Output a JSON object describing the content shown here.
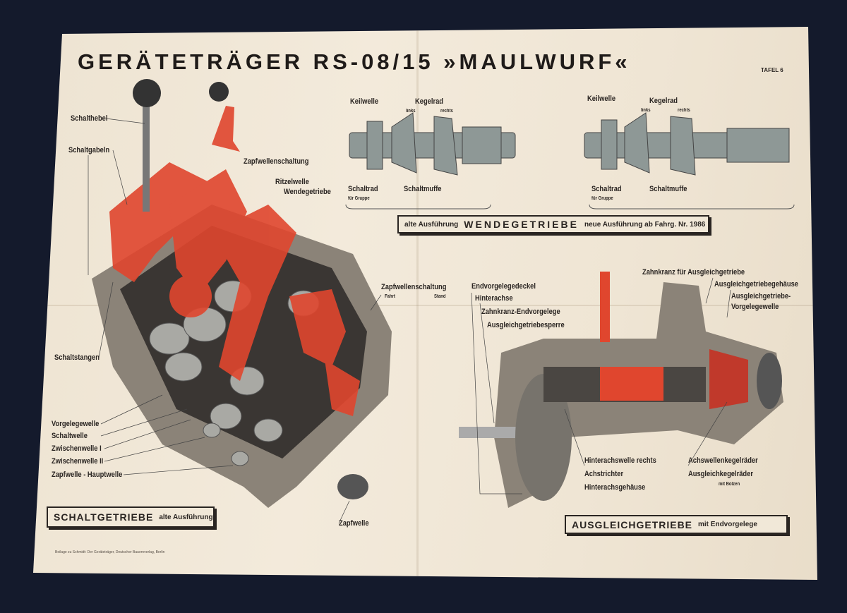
{
  "title": "GERÄTETRÄGER RS-08/15 »MAULWURF«",
  "plate": "TAFEL 6",
  "footer": "Beilage zu Schmidt: Der Geräteträger, Deutscher Bauernverlag, Berlin",
  "schaltgetriebe": {
    "labels": {
      "schalthebel": "Schalthebel",
      "schaltgabeln": "Schaltgabeln",
      "zapfwellenschaltung": "Zapfwellenschaltung",
      "ritzelwelle": "Ritzelwelle",
      "wendegetriebe": "Wendegetriebe",
      "schaltstangen": "Schaltstangen",
      "vorgelegewelle": "Vorgelegewelle",
      "schaltwelle": "Schaltwelle",
      "zwischenwelle1": "Zwischenwelle I",
      "zwischenwelle2": "Zwischenwelle II",
      "zapfwelle_hauptwelle": "Zapfwelle - Hauptwelle",
      "zapfwelle": "Zapfwelle"
    },
    "box": {
      "title": "SCHALTGETRIEBE",
      "subtitle": "alte Ausführung"
    }
  },
  "zapfwellenschaltung": {
    "label": "Zapfwellenschaltung",
    "fahrt": "Fahrt",
    "stand": "Stand"
  },
  "wendegetriebe": {
    "alt": {
      "keilwelle": "Keilwelle",
      "kegelrad": "Kegelrad",
      "links": "links",
      "rechts": "rechts",
      "schaltrad": "Schaltrad",
      "fuer_gruppe": "für Gruppe",
      "schaltmuffe": "Schaltmuffe"
    },
    "neu": {
      "keilwelle": "Keilwelle",
      "kegelrad": "Kegelrad",
      "links": "links",
      "rechts": "rechts",
      "schaltrad": "Schaltrad",
      "fuer_gruppe": "für Gruppe",
      "schaltmuffe": "Schaltmuffe"
    },
    "box": {
      "left": "alte Ausführung",
      "title": "WENDEGETRIEBE",
      "right": "neue Ausführung ab Fahrg. Nr. 1986"
    }
  },
  "ausgleichgetriebe": {
    "labels": {
      "endvorgelegedeckel": "Endvorgelegedeckel",
      "hinterachse": "Hinterachse",
      "zahnkranz_endvorgelege": "Zahnkranz-Endvorgelege",
      "sperre": "Ausgleichgetriebesperre",
      "zahnkranz": "Zahnkranz für Ausgleichgetriebe",
      "gehaeuse": "Ausgleichgetriebegehäuse",
      "vorgelegewelle1": "Ausgleichgetriebe-",
      "vorgelegewelle2": "Vorgelegewelle",
      "hinterachswelle": "Hinterachswelle rechts",
      "achstrichter": "Achstrichter",
      "hinterachsgehaeuse": "Hinterachsgehäuse",
      "achswellenkegelraeder": "Achswellenkegelräder",
      "ausgleichkegelraeder": "Ausgleichkegelräder",
      "mit_bolzen": "mit Bolzen"
    },
    "box": {
      "title": "AUSGLEICHGETRIEBE",
      "subtitle": "mit Endvorgelege"
    }
  },
  "colors": {
    "red": "#e0462e",
    "ink": "#2a2522",
    "paper": "#efe5d4",
    "background": "#141a2c"
  }
}
